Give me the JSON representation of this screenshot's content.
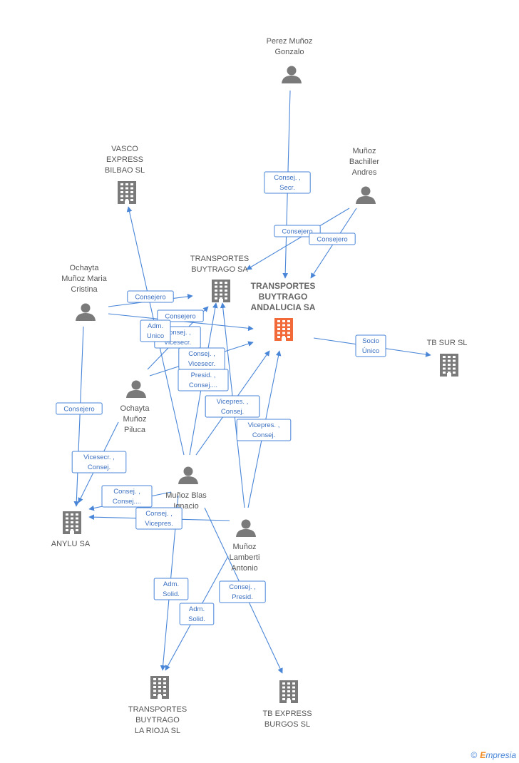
{
  "colors": {
    "edge": "#4a86d8",
    "node": "#7a7a7a",
    "focus_node": "#f26a3a",
    "label": "#555555"
  },
  "nodes": [
    {
      "id": "transportes-buytrago-andalucia",
      "kind": "company",
      "focus": true,
      "label": [
        "TRANSPORTES",
        "BUYTRAGO",
        "ANDALUCIA SA"
      ]
    },
    {
      "id": "transportes-buytrago",
      "kind": "company",
      "label": [
        "TRANSPORTES",
        "BUYTRAGO SA"
      ]
    },
    {
      "id": "vasco-express",
      "kind": "company",
      "label": [
        "VASCO",
        "EXPRESS",
        "BILBAO SL"
      ]
    },
    {
      "id": "tb-sur",
      "kind": "company",
      "label": [
        "TB SUR SL"
      ]
    },
    {
      "id": "anylu",
      "kind": "company",
      "label": [
        "ANYLU SA"
      ]
    },
    {
      "id": "transportes-buytrago-rioja",
      "kind": "company",
      "label": [
        "TRANSPORTES",
        "BUYTRAGO",
        "LA RIOJA SL"
      ]
    },
    {
      "id": "tb-express-burgos",
      "kind": "company",
      "label": [
        "TB EXPRESS",
        "BURGOS SL"
      ]
    },
    {
      "id": "perez-munoz-gonzalo",
      "kind": "person",
      "label": [
        "Perez Muñoz",
        "Gonzalo"
      ]
    },
    {
      "id": "munoz-bachiller-andres",
      "kind": "person",
      "label": [
        "Muñoz",
        "Bachiller",
        "Andres"
      ]
    },
    {
      "id": "ochayta-munoz-maria-cristina",
      "kind": "person",
      "label": [
        "Ochayta",
        "Muñoz Maria",
        "Cristina"
      ]
    },
    {
      "id": "ochayta-munoz-piluca",
      "kind": "person",
      "label": [
        "Ochayta",
        "Muñoz",
        "Piluca"
      ]
    },
    {
      "id": "munoz-blas-ignacio",
      "kind": "person",
      "label": [
        "Muñoz Blas",
        "Ignacio"
      ]
    },
    {
      "id": "munoz-lamberti-antonio",
      "kind": "person",
      "label": [
        "Muñoz",
        "Lamberti",
        "Antonio"
      ]
    }
  ],
  "edges": [
    {
      "from": "perez-munoz-gonzalo",
      "to": "transportes-buytrago-andalucia",
      "label": [
        "Consej. ,",
        "Secr."
      ]
    },
    {
      "from": "munoz-bachiller-andres",
      "to": "transportes-buytrago",
      "label": [
        "Consejero"
      ]
    },
    {
      "from": "munoz-bachiller-andres",
      "to": "transportes-buytrago-andalucia",
      "label": [
        "Consejero"
      ]
    },
    {
      "from": "ochayta-munoz-maria-cristina",
      "to": "transportes-buytrago",
      "label": [
        "Consejero"
      ]
    },
    {
      "from": "ochayta-munoz-maria-cristina",
      "to": "transportes-buytrago-andalucia",
      "label": [
        "Consejero"
      ]
    },
    {
      "from": "ochayta-munoz-maria-cristina",
      "to": "anylu",
      "label": [
        "Consejero"
      ]
    },
    {
      "from": "ochayta-munoz-piluca",
      "to": "transportes-buytrago",
      "label": [
        "Consej. ,",
        "Vicesecr."
      ]
    },
    {
      "from": "ochayta-munoz-piluca",
      "to": "transportes-buytrago-andalucia",
      "label": [
        "Consej. ,",
        "Vicesecr."
      ]
    },
    {
      "from": "ochayta-munoz-piluca",
      "to": "anylu",
      "label": [
        "Vicesecr. ,",
        "Consej."
      ]
    },
    {
      "from": "munoz-blas-ignacio",
      "to": "vasco-express",
      "label": [
        "Adm.",
        "Unico"
      ]
    },
    {
      "from": "munoz-blas-ignacio",
      "to": "transportes-buytrago",
      "label": [
        "Presid. ,",
        "Consej...."
      ]
    },
    {
      "from": "munoz-blas-ignacio",
      "to": "transportes-buytrago-andalucia",
      "label": [
        "Vicepres. ,",
        "Consej."
      ]
    },
    {
      "from": "munoz-blas-ignacio",
      "to": "anylu",
      "label": [
        "Consej. ,",
        "Consej...."
      ]
    },
    {
      "from": "munoz-blas-ignacio",
      "to": "transportes-buytrago-rioja",
      "label": [
        "Adm.",
        "Solid."
      ]
    },
    {
      "from": "munoz-blas-ignacio",
      "to": "tb-express-burgos",
      "label": [
        "Consej. ,",
        "Presid."
      ]
    },
    {
      "from": "munoz-lamberti-antonio",
      "to": "transportes-buytrago",
      "label": [
        "Vicepres. ,",
        "Consej."
      ]
    },
    {
      "from": "munoz-lamberti-antonio",
      "to": "transportes-buytrago-andalucia",
      "label": [
        "Vicepres. ,",
        "Consej."
      ]
    },
    {
      "from": "munoz-lamberti-antonio",
      "to": "anylu",
      "label": [
        "Consej. ,",
        "Vicepres."
      ]
    },
    {
      "from": "munoz-lamberti-antonio",
      "to": "transportes-buytrago-rioja",
      "label": [
        "Adm.",
        "Solid."
      ]
    },
    {
      "from": "transportes-buytrago-andalucia",
      "to": "tb-sur",
      "label": [
        "Socio",
        "Único"
      ]
    }
  ],
  "footer": {
    "copyright": "©",
    "brand_first": "E",
    "brand_rest": "mpresia"
  }
}
